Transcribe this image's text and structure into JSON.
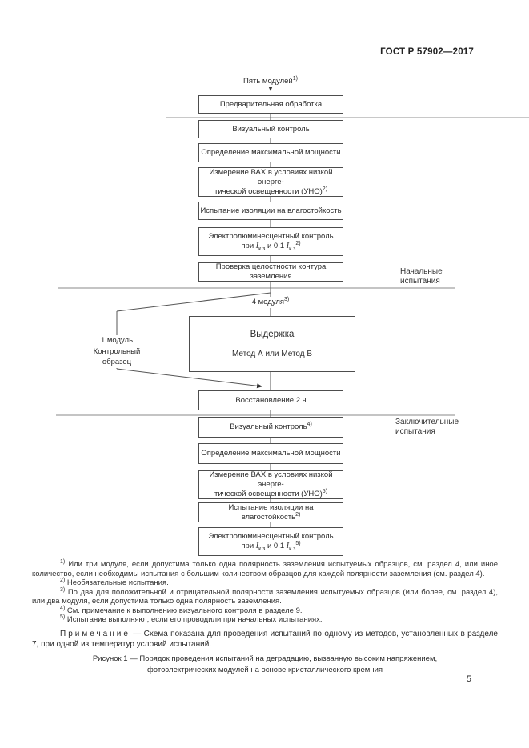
{
  "page": {
    "header": "ГОСТ Р 57902—2017",
    "page_number": "5"
  },
  "flowchart": {
    "top_label": {
      "text": "Пять модулей",
      "sup": "1)"
    },
    "boxes": {
      "pretreatment": {
        "text": "Предварительная обработка"
      },
      "visual1": {
        "text": "Визуальный контроль"
      },
      "power1": {
        "text": "Определение максимальной мощности"
      },
      "uno1": {
        "line1": "Измерение ВАХ в условиях низкой энерге-",
        "line2": "тической освещенности (УНО)",
        "sup": "2)"
      },
      "iso1": {
        "text": "Испытание  изоляции на влагостойкость"
      },
      "el1": {
        "line1": "Электролюминесцентный контроль",
        "pre": "при ",
        "sym": "I",
        "sub": "к.з",
        "mid": " и 0,1 ",
        "sup": "2)"
      },
      "ground": {
        "text": "Проверка целостности контура заземления"
      },
      "exposure": {
        "title": "Выдержка",
        "subtitle": "Метод А или Метод В"
      },
      "recovery": {
        "text": "Восстановление 2 ч"
      },
      "visual2": {
        "text": "Визуальный контроль",
        "sup": "4)"
      },
      "power2": {
        "text": "Определение максимальной мощности"
      },
      "uno2": {
        "line1": "Измерение ВАХ в условиях низкой энерге-",
        "line2": "тической освещенности (УНО)",
        "sup": "5)"
      },
      "iso2": {
        "text": "Испытание изоляции на влагостойкость",
        "sup": "2)"
      },
      "el2": {
        "line1": "Электролюминесцентный контроль",
        "pre": "при ",
        "sym": "I",
        "sub": "к.з",
        "mid": " и 0,1 ",
        "sup": "5)"
      }
    },
    "branch": {
      "four_modules": {
        "text": "4  модуля",
        "sup": "3)"
      },
      "one_module": {
        "line1": "1 модуль",
        "line2": "Контрольный",
        "line3": "образец"
      }
    },
    "side_labels": {
      "initial": {
        "line1": "Начальные",
        "line2": "испытания"
      },
      "final": {
        "line1": "Заключительные",
        "line2": "испытания"
      }
    }
  },
  "footnotes": [
    {
      "sup": "1)",
      "text": "Или три модуля, если допустима только одна полярность заземления испытуемых образцов, см. раздел 4, или иное количество, если необходимы испытания с большим количеством образцов для каждой полярности заземления (см. раздел 4)."
    },
    {
      "sup": "2)",
      "text": "Необязательные испытания."
    },
    {
      "sup": "3)",
      "text": "По два для положительной и отрицательной полярности заземления испытуемых образцов (или более, см. раздел 4), или два модуля, если допустима только одна полярность заземления."
    },
    {
      "sup": "4)",
      "text": "См. примечание к выполнению визуального контроля в разделе 9."
    },
    {
      "sup": "5)",
      "text": "Испытание выполняют, если его проводили при начальных испытаниях."
    }
  ],
  "note": {
    "label": "Примечание",
    "text": " — Схема показана для проведения испытаний по одному из методов, установленных в разделе 7, при одной из температур условий испытаний."
  },
  "caption": {
    "line1": "Рисунок 1 — Порядок проведения испытаний на деградацию, вызванную высоким напряжением,",
    "line2": "фотоэлектрических модулей на основе кристаллического кремния"
  }
}
